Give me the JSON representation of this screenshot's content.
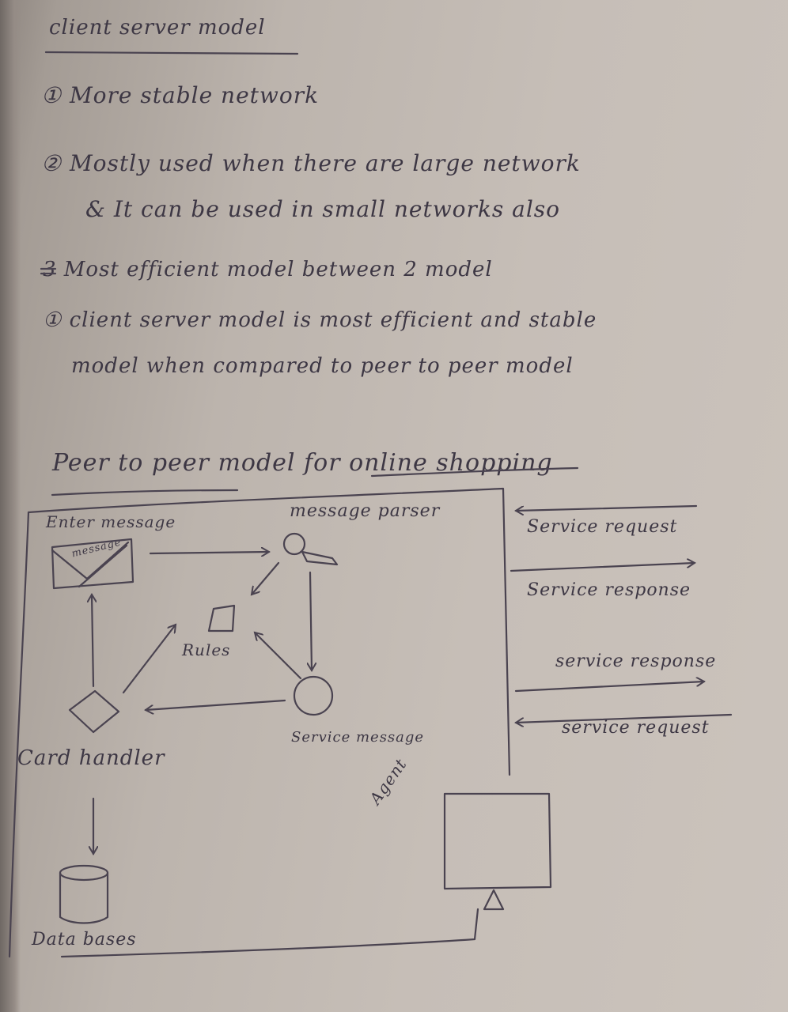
{
  "notes": {
    "title": "client server model",
    "point1": "① More stable network",
    "point2_line1": "② Mostly used when there are large network",
    "point2_line2": "& It can be used in small networks also",
    "point3_line1": "3 Most efficient model between 2 model",
    "point3_line2": "① client server model is most efficient and stable",
    "point3_line3": "model when compared to peer to peer model"
  },
  "diagram": {
    "title": "Peer to peer model for online shopping",
    "enter_message_label": "Enter message",
    "envelope_text": "message",
    "message_parser_label": "message parser",
    "rules_label": "Rules",
    "card_handler_label": "Card handler",
    "service_message_label": "Service message",
    "databases_label": "Data bases",
    "agent_label": "Agent",
    "service_request_1": "Service request",
    "service_response_1": "Service response",
    "service_response_2": "service response",
    "service_request_2": "service request"
  },
  "colors": {
    "paper": "#c6beb7",
    "ink": "#3d3744"
  }
}
